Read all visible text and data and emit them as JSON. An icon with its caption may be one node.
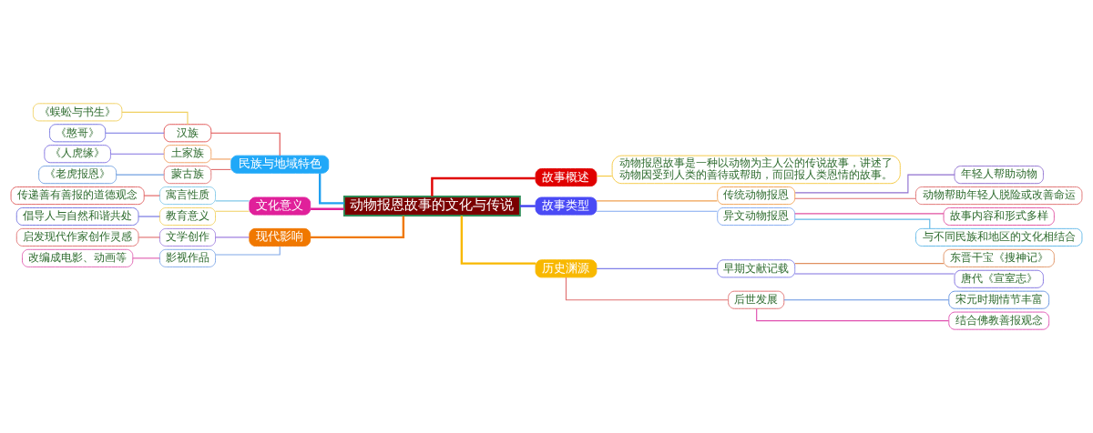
{
  "diagram": {
    "nodes": [
      {
        "text": [
          "动物报恩故事的文化与传说"
        ]
      },
      {
        "text": [
          "故事概述"
        ]
      },
      {
        "text": [
          "动物报恩故事是一种以动物为主人公的传说故事，讲述了动物因受到人类的善待或帮助，而回报人类恩情的故事。"
        ]
      },
      {
        "text": [
          "故事类型"
        ]
      },
      {
        "text": [
          "传统动物报恩"
        ]
      },
      {
        "text": [
          "年轻人帮助动物"
        ]
      },
      {
        "text": [
          "动物帮助年轻人脱险或改善命运"
        ]
      },
      {
        "text": [
          "异文动物报恩"
        ]
      },
      {
        "text": [
          "故事内容和形式多样"
        ]
      },
      {
        "text": [
          "与不同民族和地区的文化相结合"
        ]
      },
      {
        "text": [
          "历史渊源"
        ]
      },
      {
        "text": [
          "早期文献记载"
        ]
      },
      {
        "text": [
          "东晋干宝《搜神记》"
        ]
      },
      {
        "text": [
          "唐代《宣室志》"
        ]
      },
      {
        "text": [
          "后世发展"
        ]
      },
      {
        "text": [
          "宋元时期情节丰富"
        ]
      },
      {
        "text": [
          "结合佛教善报观念"
        ]
      },
      {
        "text": [
          "民族与地域特色"
        ]
      },
      {
        "text": [
          "汉族"
        ]
      },
      {
        "text": [
          "《蜈蚣与书生》"
        ]
      },
      {
        "text": [
          "《憨哥》"
        ]
      },
      {
        "text": [
          "土家族"
        ]
      },
      {
        "text": [
          "《人虎缘》"
        ]
      },
      {
        "text": [
          "蒙古族"
        ]
      },
      {
        "text": [
          "《老虎报恩》"
        ]
      },
      {
        "text": [
          "文化意义"
        ]
      },
      {
        "text": [
          "寓言性质"
        ]
      },
      {
        "text": [
          "传递善有善报的道德观念"
        ]
      },
      {
        "text": [
          "教育意义"
        ]
      },
      {
        "text": [
          "倡导人与自然和谐共处"
        ]
      },
      {
        "text": [
          "现代影响"
        ]
      },
      {
        "text": [
          "文学创作"
        ]
      },
      {
        "text": [
          "启发现代作家创作灵感"
        ]
      },
      {
        "text": [
          "影视作品"
        ]
      },
      {
        "text": [
          "改编成电影、动画等"
        ]
      }
    ],
    "edges": [
      {
        "from": 0,
        "to": 1,
        "arrow": "none",
        "color": "#e00000"
      },
      {
        "from": 1,
        "to": 2,
        "arrow": "none",
        "color": "#f5c842"
      },
      {
        "from": 0,
        "to": 3,
        "arrow": "none",
        "color": "#4040f0"
      },
      {
        "from": 3,
        "to": 4,
        "arrow": "none",
        "color": "#f0a050"
      },
      {
        "from": 4,
        "to": 5,
        "arrow": "none",
        "color": "#9070d0"
      },
      {
        "from": 4,
        "to": 6,
        "arrow": "none",
        "color": "#e07070"
      },
      {
        "from": 3,
        "to": 7,
        "arrow": "none",
        "color": "#80a8f0"
      },
      {
        "from": 7,
        "to": 8,
        "arrow": "none",
        "color": "#e050a0"
      },
      {
        "from": 7,
        "to": 9,
        "arrow": "none",
        "color": "#60b8e8"
      },
      {
        "from": 0,
        "to": 10,
        "arrow": "none",
        "color": "#f8b800"
      },
      {
        "from": 10,
        "to": 11,
        "arrow": "none",
        "color": "#8080e8"
      },
      {
        "from": 11,
        "to": 12,
        "arrow": "none",
        "color": "#e09060"
      },
      {
        "from": 11,
        "to": 13,
        "arrow": "none",
        "color": "#8070e0"
      },
      {
        "from": 10,
        "to": 14,
        "arrow": "none",
        "color": "#e07070"
      },
      {
        "from": 14,
        "to": 15,
        "arrow": "none",
        "color": "#6090e0"
      },
      {
        "from": 14,
        "to": 16,
        "arrow": "none",
        "color": "#e050b0"
      },
      {
        "from": 0,
        "to": 17,
        "arrow": "none",
        "color": "#20a0f0"
      },
      {
        "from": 17,
        "to": 18,
        "arrow": "none",
        "color": "#e05050"
      },
      {
        "from": 18,
        "to": 19,
        "arrow": "none",
        "color": "#f0d060"
      },
      {
        "from": 18,
        "to": 20,
        "arrow": "none",
        "color": "#7070e0"
      },
      {
        "from": 17,
        "to": 21,
        "arrow": "none",
        "color": "#f0a060"
      },
      {
        "from": 21,
        "to": 22,
        "arrow": "none",
        "color": "#8070e0"
      },
      {
        "from": 17,
        "to": 23,
        "arrow": "none",
        "color": "#e07070"
      },
      {
        "from": 23,
        "to": 24,
        "arrow": "none",
        "color": "#70a0e0"
      },
      {
        "from": 0,
        "to": 25,
        "arrow": "none",
        "color": "#e0209a"
      },
      {
        "from": 25,
        "to": 26,
        "arrow": "none",
        "color": "#80c8e8"
      },
      {
        "from": 26,
        "to": 27,
        "arrow": "none",
        "color": "#e06060"
      },
      {
        "from": 25,
        "to": 28,
        "arrow": "none",
        "color": "#f0d060"
      },
      {
        "from": 28,
        "to": 29,
        "arrow": "none",
        "color": "#7070e0"
      },
      {
        "from": 0,
        "to": 30,
        "arrow": "none",
        "color": "#f07800"
      },
      {
        "from": 30,
        "to": 31,
        "arrow": "none",
        "color": "#a080e0"
      },
      {
        "from": 31,
        "to": 32,
        "arrow": "none",
        "color": "#e07070"
      },
      {
        "from": 30,
        "to": 33,
        "arrow": "none",
        "color": "#80a8e8"
      },
      {
        "from": 33,
        "to": 34,
        "arrow": "none",
        "color": "#e060b0"
      }
    ]
  }
}
